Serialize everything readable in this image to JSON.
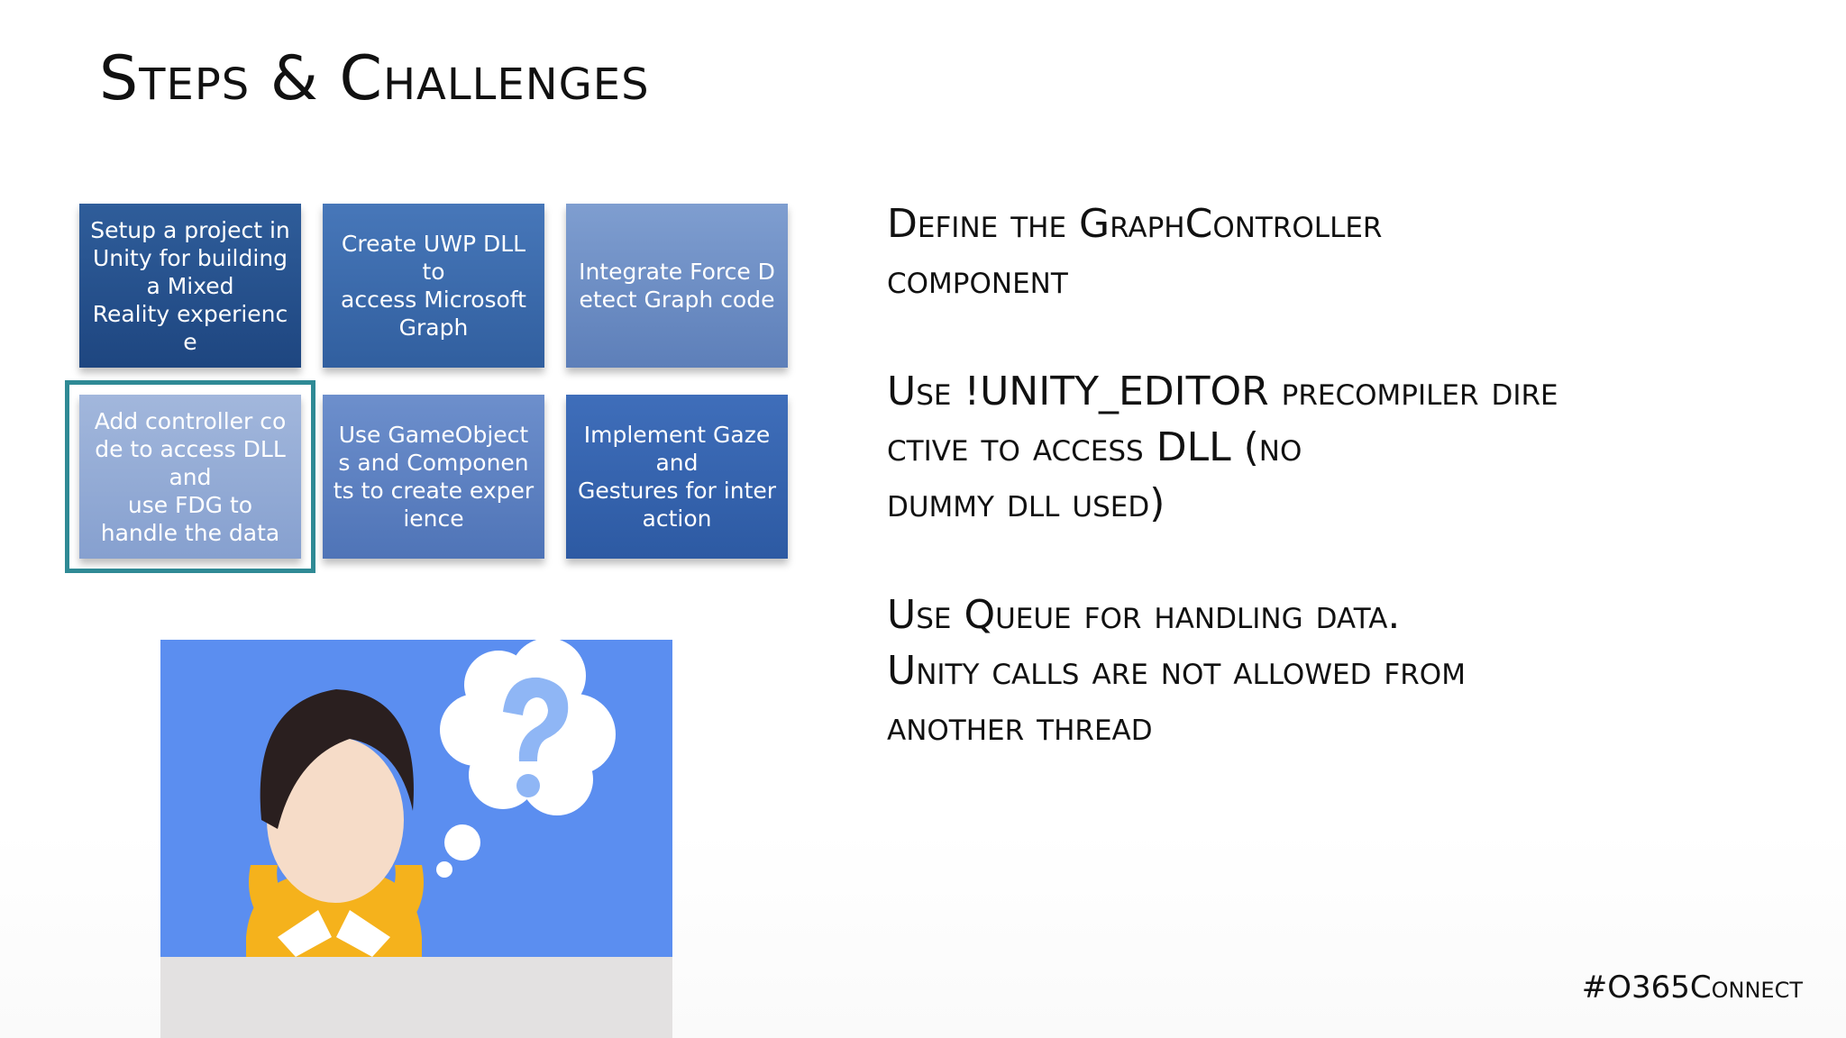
{
  "slide": {
    "title": "Steps & Challenges",
    "hashtag": "#O365Connect"
  },
  "steps": [
    {
      "label": "Setup a project in\nUnity for building\na Mixed\nReality experienc\ne"
    },
    {
      "label": "Create UWP DLL\nto\naccess Microsoft\nGraph"
    },
    {
      "label": "Integrate Force D\netect Graph code"
    },
    {
      "label": "Add controller co\nde to access DLL\nand\nuse FDG to\nhandle the data"
    },
    {
      "label": "Use GameObject\ns and Componen\nts to create exper\nience"
    },
    {
      "label": "Implement Gaze\nand\nGestures for inter\naction"
    }
  ],
  "selected_step": 4,
  "challenges": [
    {
      "text": "Define the GraphController\ncomponent"
    },
    {
      "text": "Use !UNITY_EDITOR precompiler dire\nctive to access DLL (no\ndummy dll used)"
    },
    {
      "text": "Use Queue for handling data.\nUnity calls are not allowed from\nanother thread"
    }
  ],
  "illustration": {
    "icon": "confused-person-with-question-thought-bubble-icon",
    "colors": {
      "background": "#5b8ef0",
      "floor": "#e3e1e1",
      "shirt": "#f5b21c",
      "hair": "#2a1f1f",
      "skin": "#f6dcc8",
      "question_mark": "#8fb6f5"
    }
  },
  "colors": {
    "tile_dark": "#1e4680",
    "tile_selected_border": "#2f8a95",
    "text": "#111111"
  }
}
